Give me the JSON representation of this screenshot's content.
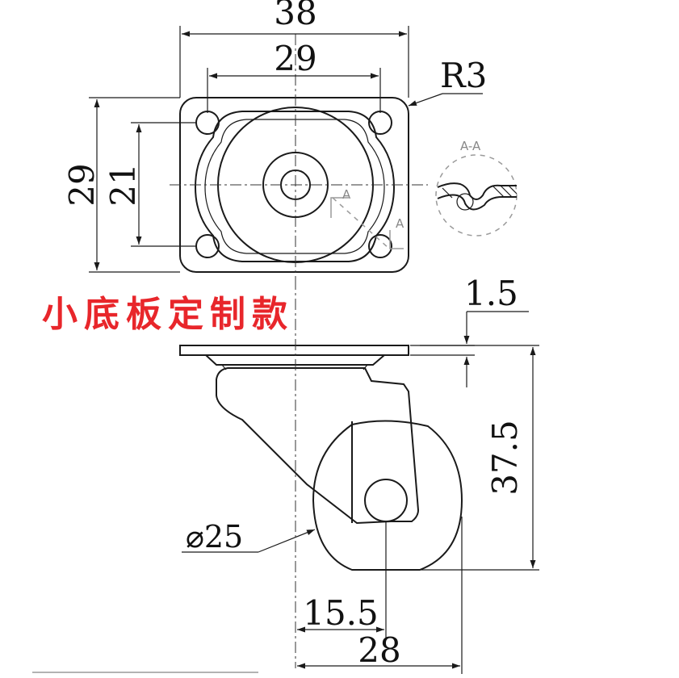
{
  "banner": {
    "text": "小底板定制款",
    "color": "#e8262b"
  },
  "dimensions": {
    "plate_width": "38",
    "hole_spacing_x": "29",
    "corner_radius": "R3",
    "plate_height": "29",
    "hole_spacing_y": "21",
    "plate_thickness": "1.5",
    "overall_height": "37.5",
    "wheel_diameter": "⌀25",
    "offset": "15.5",
    "wheel_width": "28"
  },
  "section_view": {
    "label": "A-A",
    "marker_a1": "A",
    "marker_a2": "A"
  }
}
